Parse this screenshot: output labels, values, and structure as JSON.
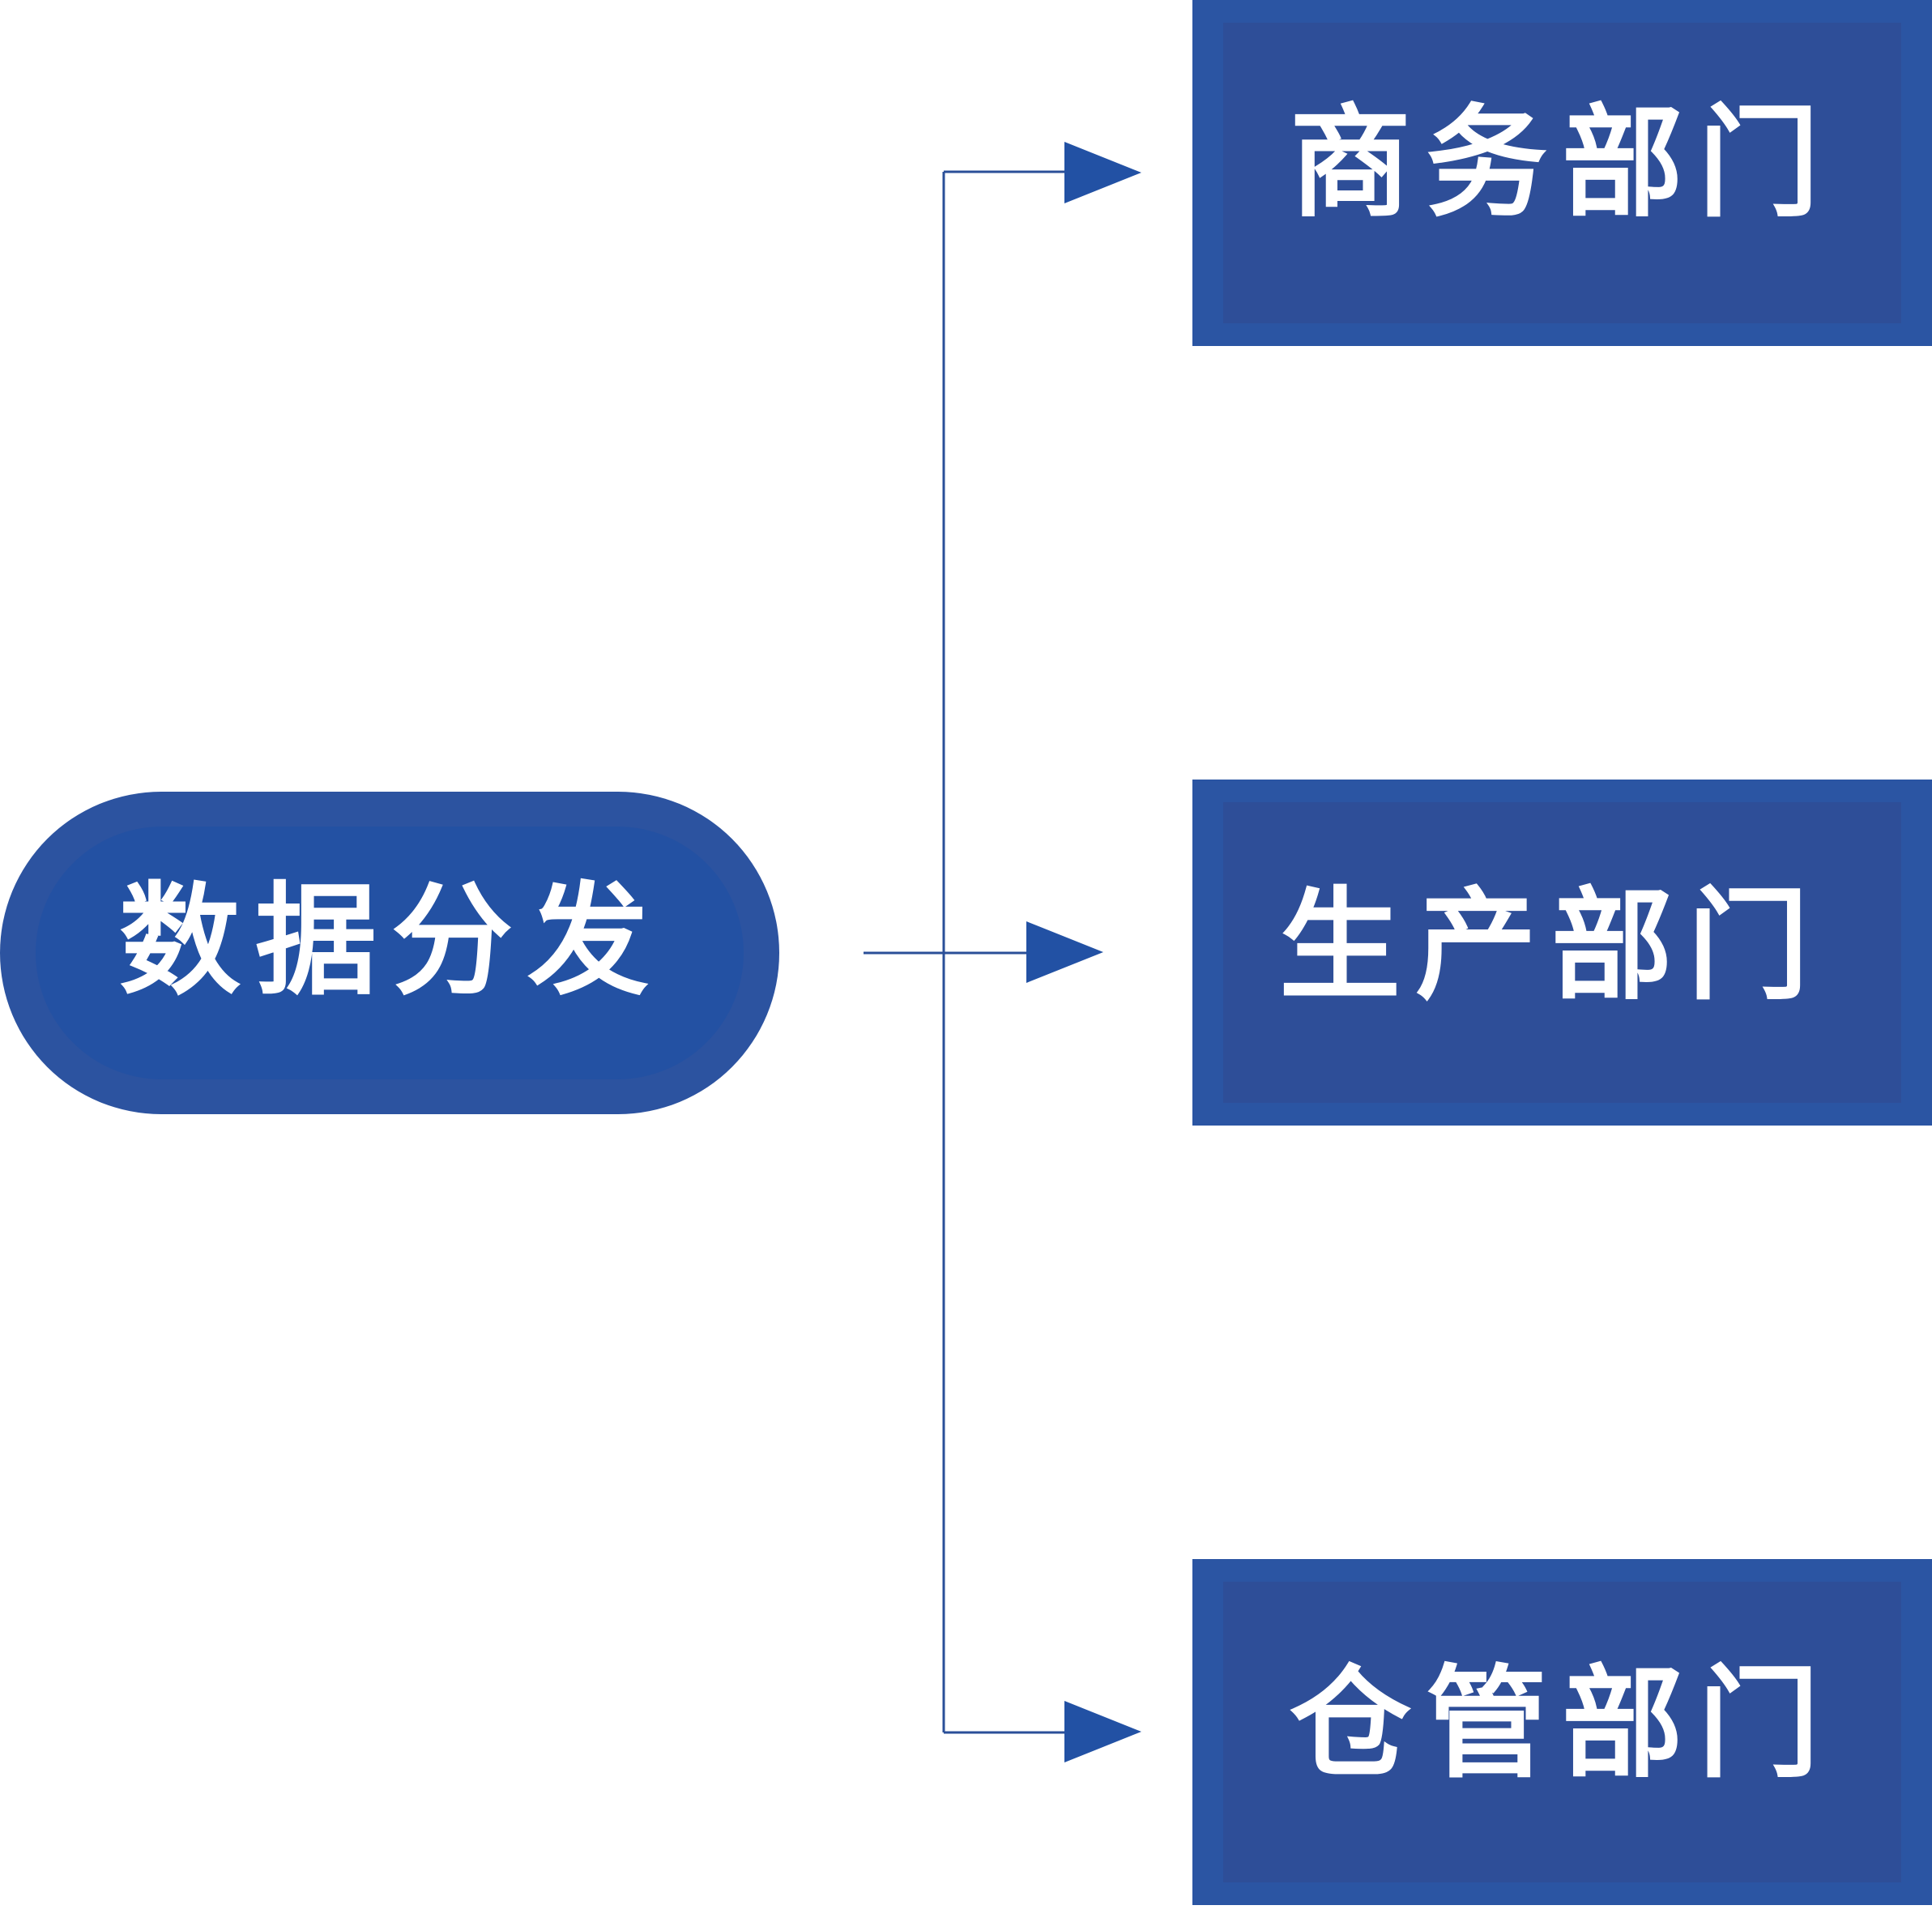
{
  "diagram": {
    "source": {
      "label": "数据分发"
    },
    "targets": [
      {
        "label": "商务部门"
      },
      {
        "label": "生产部门"
      },
      {
        "label": "仓管部门"
      }
    ],
    "colors": {
      "node_outer": "#2b55a3",
      "node_inner": "#2e4e98",
      "source_outer": "#2c53a0",
      "source_inner": "#2351a3",
      "connector": "#2a4f98",
      "arrow": "#2251a4",
      "text": "#ffffff"
    }
  }
}
